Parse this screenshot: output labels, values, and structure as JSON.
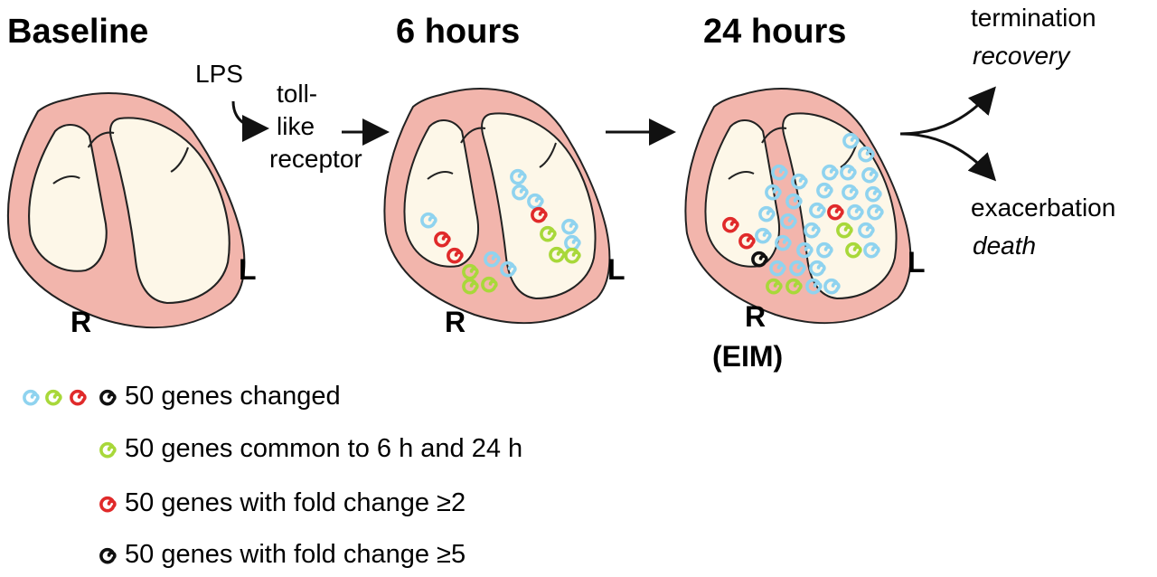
{
  "panels": {
    "baseline": {
      "title": "Baseline",
      "right_label": "R",
      "left_label": "L"
    },
    "six_hours": {
      "title": "6 hours",
      "right_label": "R",
      "left_label": "L"
    },
    "twentyfour_hours": {
      "title": "24 hours",
      "right_label": "R",
      "right_sublabel": "(EIM)",
      "left_label": "L"
    }
  },
  "stimulus": {
    "agent": "LPS",
    "receptor_line1": "toll-",
    "receptor_line2": "like",
    "receptor_line3": "receptor"
  },
  "outcomes": {
    "good": {
      "line1": "termination",
      "line2": "recovery"
    },
    "bad": {
      "line1": "exacerbation",
      "line2": "death"
    }
  },
  "legend": [
    {
      "text": "50 genes changed",
      "colors": [
        "#8fd3ef",
        "#a8d83a",
        "#e02a2a",
        "#111111"
      ]
    },
    {
      "text": "50 genes common to 6 h and 24 h",
      "colors": [
        "#a8d83a"
      ]
    },
    {
      "text": "50 genes with fold change ≥2",
      "colors": [
        "#e02a2a"
      ]
    },
    {
      "text": "50 genes with fold change ≥5",
      "colors": [
        "#111111"
      ]
    }
  ],
  "colors": {
    "heart_wall": "#f2b5ac",
    "heart_chamber": "#fdf7e8",
    "outline": "#222222",
    "blue": "#8fd3ef",
    "green": "#a8d83a",
    "red": "#e02a2a",
    "black": "#111111"
  }
}
